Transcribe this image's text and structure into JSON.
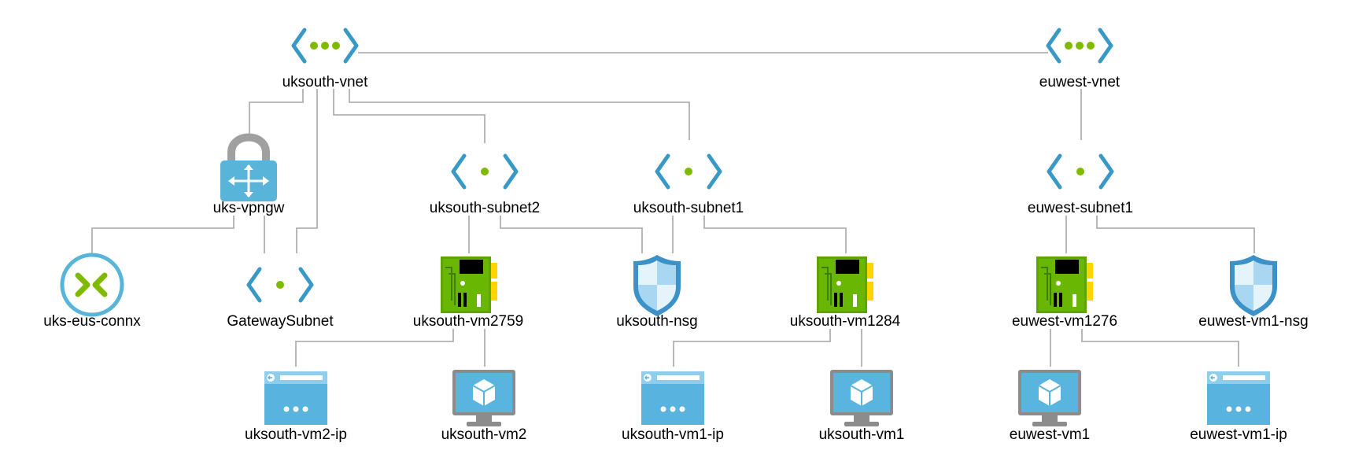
{
  "colors": {
    "connector": "#a6a6a6",
    "vnet_blue": "#3999c6",
    "dot_green": "#7fba00",
    "nic_green": "#5ea500",
    "shield_blue": "#3c91c8",
    "monitor_gray": "#8c8c8c",
    "ip_blue": "#58b4df"
  },
  "nodes": {
    "uksouth_vnet": {
      "label": "uksouth-vnet",
      "icon": "vnet-icon"
    },
    "euwest_vnet": {
      "label": "euwest-vnet",
      "icon": "vnet-icon"
    },
    "uks_vpngw": {
      "label": "uks-vpngw",
      "icon": "vpn-gateway-icon"
    },
    "uksouth_subnet2": {
      "label": "uksouth-subnet2",
      "icon": "subnet-icon"
    },
    "uksouth_subnet1": {
      "label": "uksouth-subnet1",
      "icon": "subnet-icon"
    },
    "euwest_subnet1": {
      "label": "euwest-subnet1",
      "icon": "subnet-icon"
    },
    "uks_eus_connx": {
      "label": "uks-eus-connx",
      "icon": "connection-icon"
    },
    "gateway_subnet": {
      "label": "GatewaySubnet",
      "icon": "subnet-icon"
    },
    "uksouth_vm2759": {
      "label": "uksouth-vm2759",
      "icon": "nic-icon"
    },
    "uksouth_nsg": {
      "label": "uksouth-nsg",
      "icon": "nsg-shield-icon"
    },
    "uksouth_vm1284": {
      "label": "uksouth-vm1284",
      "icon": "nic-icon"
    },
    "euwest_vm1276": {
      "label": "euwest-vm1276",
      "icon": "nic-icon"
    },
    "euwest_vm1_nsg": {
      "label": "euwest-vm1-nsg",
      "icon": "nsg-shield-icon"
    },
    "uksouth_vm2_ip": {
      "label": "uksouth-vm2-ip",
      "icon": "public-ip-icon"
    },
    "uksouth_vm2": {
      "label": "uksouth-vm2",
      "icon": "virtual-machine-icon"
    },
    "uksouth_vm1_ip": {
      "label": "uksouth-vm1-ip",
      "icon": "public-ip-icon"
    },
    "uksouth_vm1": {
      "label": "uksouth-vm1",
      "icon": "virtual-machine-icon"
    },
    "euwest_vm1": {
      "label": "euwest-vm1",
      "icon": "virtual-machine-icon"
    },
    "euwest_vm1_ip": {
      "label": "euwest-vm1-ip",
      "icon": "public-ip-icon"
    }
  },
  "edges": [
    [
      "uksouth_vnet",
      "euwest_vnet"
    ],
    [
      "uksouth_vnet",
      "uks_vpngw"
    ],
    [
      "uksouth_vnet",
      "gateway_subnet"
    ],
    [
      "uksouth_vnet",
      "uksouth_subnet2"
    ],
    [
      "uksouth_vnet",
      "uksouth_subnet1"
    ],
    [
      "euwest_vnet",
      "euwest_subnet1"
    ],
    [
      "uks_vpngw",
      "uks_eus_connx"
    ],
    [
      "uks_vpngw",
      "gateway_subnet"
    ],
    [
      "uksouth_subnet2",
      "uksouth_vm2759"
    ],
    [
      "uksouth_subnet2",
      "uksouth_nsg"
    ],
    [
      "uksouth_subnet1",
      "uksouth_nsg"
    ],
    [
      "uksouth_subnet1",
      "uksouth_vm1284"
    ],
    [
      "euwest_subnet1",
      "euwest_vm1276"
    ],
    [
      "euwest_subnet1",
      "euwest_vm1_nsg"
    ],
    [
      "uksouth_vm2759",
      "uksouth_vm2_ip"
    ],
    [
      "uksouth_vm2759",
      "uksouth_vm2"
    ],
    [
      "uksouth_vm1284",
      "uksouth_vm1_ip"
    ],
    [
      "uksouth_vm1284",
      "uksouth_vm1"
    ],
    [
      "euwest_vm1276",
      "euwest_vm1"
    ],
    [
      "euwest_vm1276",
      "euwest_vm1_ip"
    ]
  ]
}
